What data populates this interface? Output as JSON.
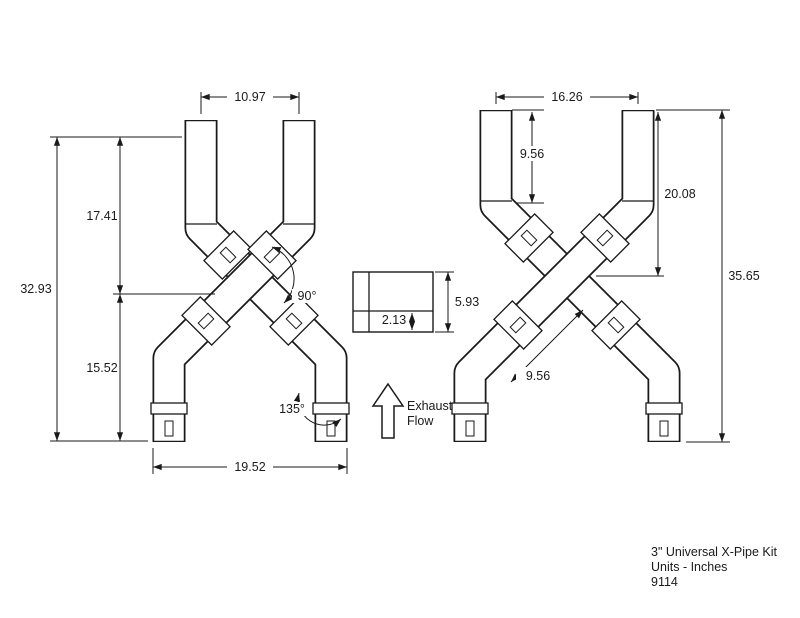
{
  "left_view": {
    "top_width": "10.97",
    "upper_height": "17.41",
    "total_height": "32.93",
    "lower_height": "15.52",
    "bottom_width": "19.52",
    "center_angle": "90°",
    "outlet_angle": "135°"
  },
  "detail_view": {
    "overall": "5.93",
    "inset": "2.13"
  },
  "flow_label": {
    "line1": "Exhaust",
    "line2": "Flow"
  },
  "right_view": {
    "top_width": "16.26",
    "inlet_length": "9.56",
    "upper_height": "20.08",
    "total_height": "35.65",
    "leg_length": "9.56"
  },
  "footer": {
    "product": "3\" Universal X-Pipe Kit",
    "units": "Units - Inches",
    "part_number": "9114"
  },
  "colors": {
    "ink": "#1a1a1a",
    "background": "#ffffff"
  }
}
